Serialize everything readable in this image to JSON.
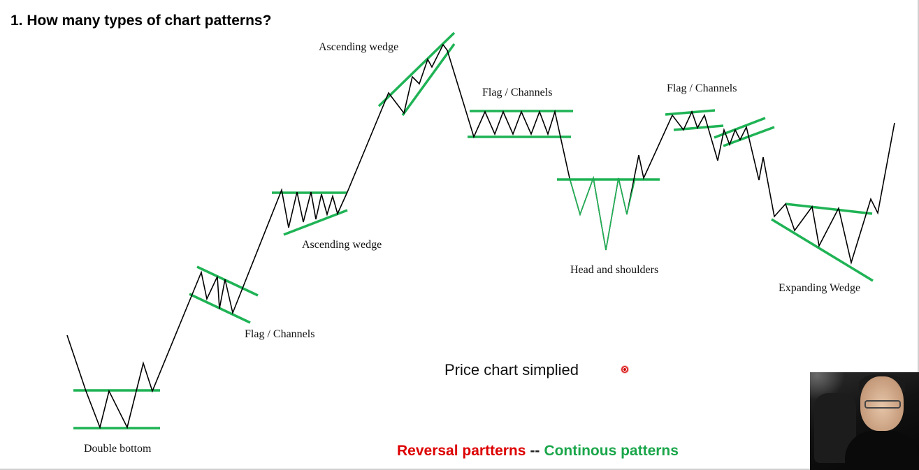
{
  "title": "1. How many types of chart patterns?",
  "labels": {
    "double_bottom": "Double bottom",
    "flag_channels_1": "Flag / Channels",
    "ascending_wedge_1": "Ascending wedge",
    "ascending_wedge_2": "Ascending wedge",
    "flag_channels_2": "Flag / Channels",
    "head_and_shoulders": "Head and shoulders",
    "flag_channels_3": "Flag / Channels",
    "expanding_wedge": "Expanding Wedge"
  },
  "subtitle": "Price chart simplied",
  "legend": {
    "reversal": "Reversal partterns",
    "separator": "--",
    "continuous": "Continous patterns"
  },
  "colors": {
    "reversal": "#dd0000",
    "continuous": "#1aa64a",
    "pattern_line": "#1fb355",
    "price_line": "#000000"
  },
  "icons": {
    "cursor": "cursor-dot-icon"
  }
}
